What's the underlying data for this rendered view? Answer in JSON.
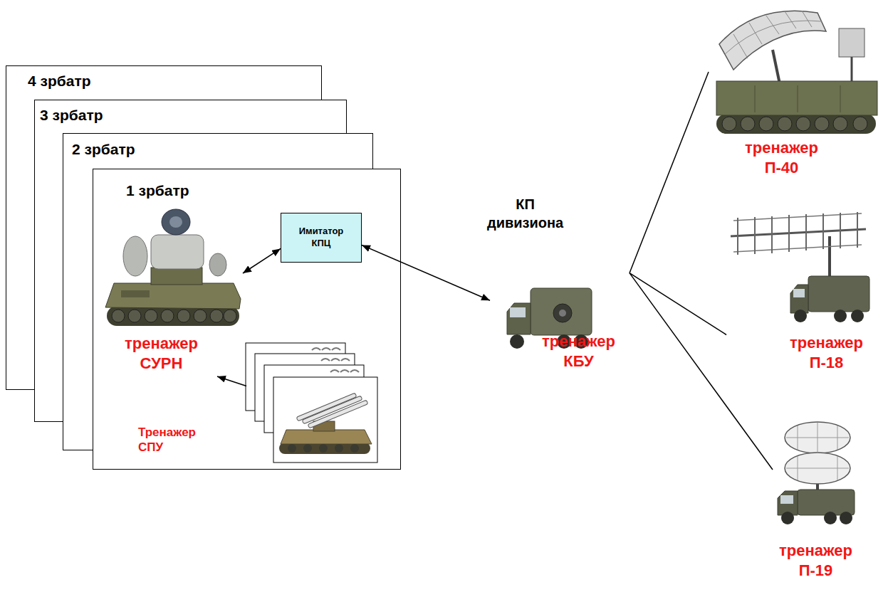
{
  "diagram": {
    "nodes": [
      {
        "text": [
          "4 зрбатр"
        ]
      },
      {
        "text": [
          "3 зрбатр"
        ]
      },
      {
        "text": [
          "2 зрбатр"
        ]
      },
      {
        "text": [
          "1 зрбатр"
        ]
      },
      {
        "text": [
          "тренажер СУРН"
        ],
        "in": 3
      },
      {
        "text": [
          "Имитатор КПЦ"
        ],
        "in": 3
      },
      {
        "text": [
          "Тренажер СПУ"
        ],
        "in": 3
      },
      {
        "text": [
          "КП дивизиона",
          "тренажер КБУ"
        ]
      },
      {
        "text": [
          "тренажер П-40"
        ]
      },
      {
        "text": [
          "тренажер П-18"
        ]
      },
      {
        "text": [
          "тренажер П-19"
        ]
      }
    ],
    "edges": [
      {
        "from": 4,
        "to": 5,
        "arrow": "both"
      },
      {
        "from": 5,
        "to": 7,
        "arrow": "both"
      },
      {
        "from": 6,
        "to": 4,
        "arrow": "to"
      },
      {
        "from": 7,
        "to": 8,
        "arrow": "none"
      },
      {
        "from": 7,
        "to": 9,
        "arrow": "none"
      },
      {
        "from": 7,
        "to": 10,
        "arrow": "none"
      }
    ]
  }
}
